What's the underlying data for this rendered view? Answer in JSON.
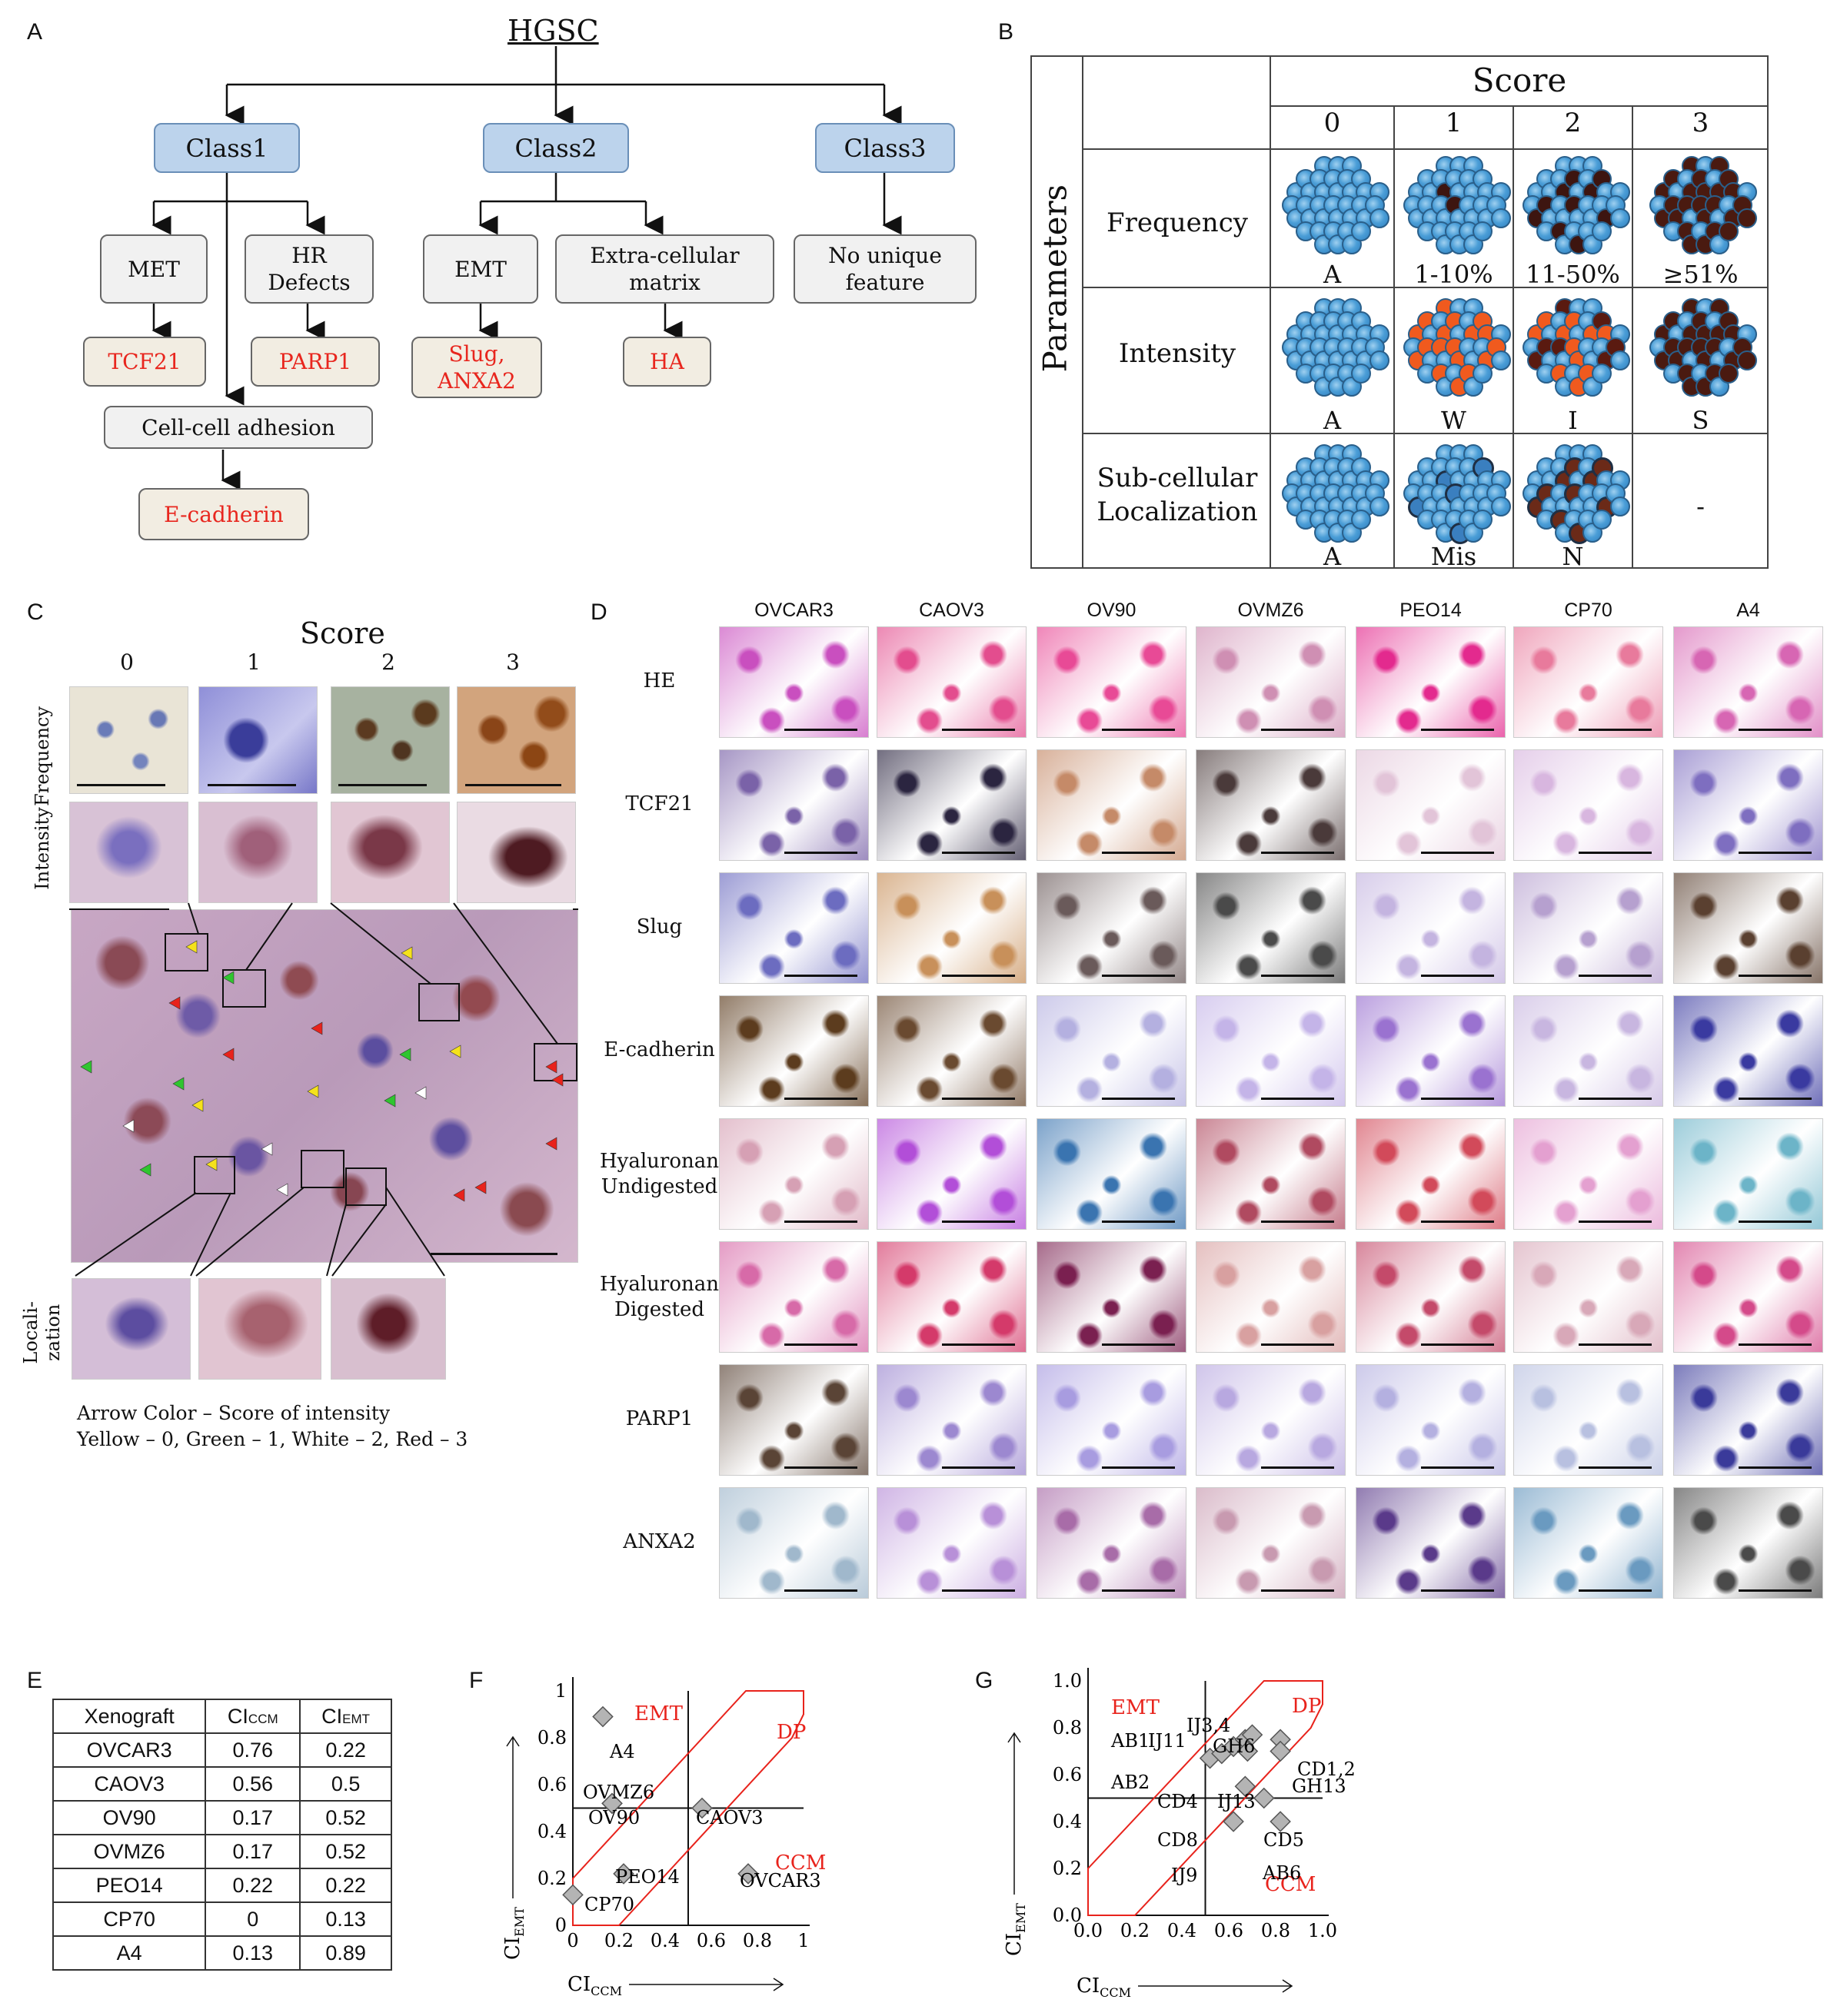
{
  "panelA": {
    "letter": "A",
    "root": "HGSC",
    "classes": [
      "Class1",
      "Class2",
      "Class3"
    ],
    "features": {
      "met": "MET",
      "hr": [
        "HR",
        "Defects"
      ],
      "adhesion": "Cell-cell adhesion",
      "emt": "EMT",
      "ecm": [
        "Extra-cellular",
        "matrix"
      ],
      "none": [
        "No unique",
        "feature"
      ]
    },
    "markers": {
      "tcf21": "TCF21",
      "parp1": "PARP1",
      "ecad": "E-cadherin",
      "slug": [
        "Slug,",
        "ANXA2"
      ],
      "ha": "HA"
    }
  },
  "panelB": {
    "letter": "B",
    "score_title": "Score",
    "scores": [
      "0",
      "1",
      "2",
      "3"
    ],
    "parameters_label": "Parameters",
    "rows": [
      {
        "name": [
          "Frequency"
        ],
        "labels": [
          "A",
          "1-10%",
          "11-50%",
          "≥51%"
        ]
      },
      {
        "name": [
          "Intensity"
        ],
        "labels": [
          "A",
          "W",
          "I",
          "S"
        ]
      },
      {
        "name": [
          "Sub-cellular",
          "Localization"
        ],
        "labels": [
          "A",
          "Mis",
          "N",
          "-"
        ]
      }
    ]
  },
  "panelC": {
    "letter": "C",
    "score_title": "Score",
    "scores": [
      "0",
      "1",
      "2",
      "3"
    ],
    "row_labels": {
      "frequency": "Frequency",
      "intensity": "Intensity",
      "localization": [
        "Locali-",
        "zation"
      ]
    },
    "legend": [
      "Arrow Color – Score of intensity",
      "Yellow – 0, Green – 1, White – 2, Red – 3"
    ],
    "arrow_colors": {
      "yellow": "#f5e21b",
      "green": "#2fc52f",
      "white": "#ffffff",
      "red": "#e8231c"
    }
  },
  "panelD": {
    "letter": "D",
    "columns": [
      "OVCAR3",
      "CAOV3",
      "OV90",
      "OVMZ6",
      "PEO14",
      "CP70",
      "A4"
    ],
    "rows": [
      [
        "HE"
      ],
      [
        "TCF21"
      ],
      [
        "Slug"
      ],
      [
        "E-cadherin"
      ],
      [
        "Hyaluronan",
        "Undigested"
      ],
      [
        "Hyaluronan",
        "Digested"
      ],
      [
        "PARP1"
      ],
      [
        "ANXA2"
      ]
    ]
  },
  "panelE": {
    "letter": "E",
    "headers": {
      "xenograft": "Xenograft",
      "ci": "CI",
      "ccm_sub": "CCM",
      "emt_sub": "EMT"
    },
    "rows": [
      [
        "OVCAR3",
        "0.76",
        "0.22"
      ],
      [
        "CAOV3",
        "0.56",
        "0.5"
      ],
      [
        "OV90",
        "0.17",
        "0.52"
      ],
      [
        "OVMZ6",
        "0.17",
        "0.52"
      ],
      [
        "PEO14",
        "0.22",
        "0.22"
      ],
      [
        "CP70",
        "0",
        "0.13"
      ],
      [
        "A4",
        "0.13",
        "0.89"
      ]
    ]
  },
  "chart_data": [
    {
      "type": "scatter",
      "panel": "F",
      "xlabel": "CI_CCM",
      "ylabel": "CI_EMT",
      "xticks": [
        "0",
        "0.2",
        "0.4",
        "0.6",
        "0.8",
        "1"
      ],
      "yticks": [
        "0",
        "0.2",
        "0.4",
        "0.6",
        "0.8",
        "1"
      ],
      "xlim": [
        0,
        1
      ],
      "ylim": [
        0,
        1
      ],
      "threshold": 0.5,
      "regions": {
        "emt": "EMT",
        "dp": "DP",
        "ccm": "CCM"
      },
      "points": [
        {
          "label": "A4",
          "x": 0.13,
          "y": 0.89
        },
        {
          "label": "OVMZ6",
          "x": 0.17,
          "y": 0.52
        },
        {
          "label": "OV90",
          "x": 0.17,
          "y": 0.52
        },
        {
          "label": "CAOV3",
          "x": 0.56,
          "y": 0.5
        },
        {
          "label": "PEO14",
          "x": 0.22,
          "y": 0.22
        },
        {
          "label": "OVCAR3",
          "x": 0.76,
          "y": 0.22
        },
        {
          "label": "CP70",
          "x": 0.0,
          "y": 0.13
        }
      ]
    },
    {
      "type": "scatter",
      "panel": "G",
      "xlabel": "CI_CCM",
      "ylabel": "CI_EMT",
      "xticks": [
        "0.0",
        "0.2",
        "0.4",
        "0.6",
        "0.8",
        "1.0"
      ],
      "yticks": [
        "0.0",
        "0.2",
        "0.4",
        "0.6",
        "0.8",
        "1.0"
      ],
      "xlim": [
        0,
        1
      ],
      "ylim": [
        0,
        1
      ],
      "threshold": 0.5,
      "regions": {
        "emt": "EMT",
        "dp": "DP",
        "ccm": "CCM"
      },
      "point_labels": [
        "AB1",
        "IJ11",
        "IJ3,4",
        "GH6",
        "CD1,2",
        "GH13",
        "AB2",
        "CD4",
        "IJ13",
        "CD8",
        "CD5",
        "IJ9",
        "AB6"
      ],
      "points": [
        {
          "x": 0.52,
          "y": 0.67
        },
        {
          "x": 0.57,
          "y": 0.69
        },
        {
          "x": 0.62,
          "y": 0.72
        },
        {
          "x": 0.67,
          "y": 0.75
        },
        {
          "x": 0.7,
          "y": 0.77
        },
        {
          "x": 0.68,
          "y": 0.7
        },
        {
          "x": 0.82,
          "y": 0.75
        },
        {
          "x": 0.82,
          "y": 0.7
        },
        {
          "x": 0.67,
          "y": 0.55
        },
        {
          "x": 0.75,
          "y": 0.5
        },
        {
          "x": 0.62,
          "y": 0.4
        },
        {
          "x": 0.82,
          "y": 0.4
        }
      ]
    }
  ]
}
